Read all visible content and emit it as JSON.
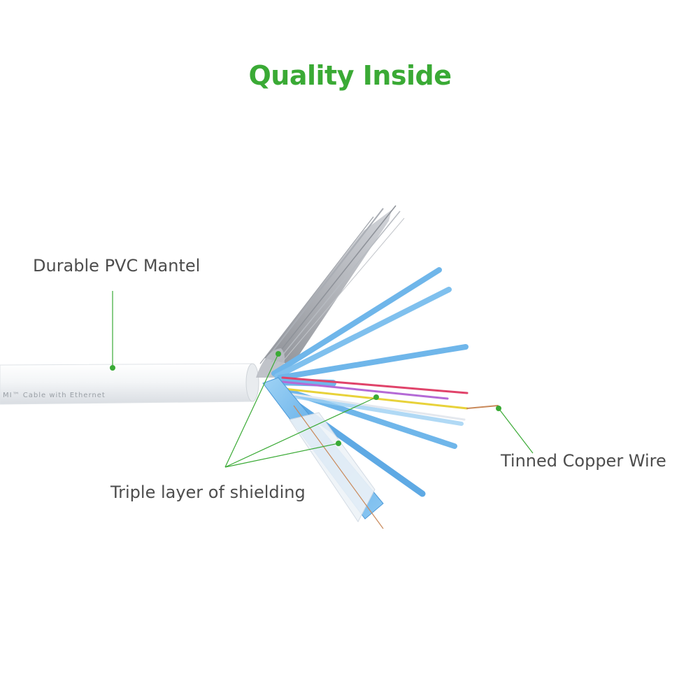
{
  "title": "Quality Inside",
  "callouts": {
    "pvc_mantel": "Durable PVC Mantel",
    "tinned_copper": "Tinned Copper Wire",
    "shielding": "Triple layer of shielding"
  },
  "cable_print": "MI™   Cable   with   Ethernet",
  "colors": {
    "accent": "#3aaa35",
    "label_text": "#4d4d4d",
    "jacket": "#f2f4f6",
    "foil_blue": "#6fb6ea",
    "wire_red": "#e0436a",
    "wire_purple": "#b46ad6",
    "wire_yellow": "#e8d23a",
    "wire_copper": "#c9895a"
  }
}
